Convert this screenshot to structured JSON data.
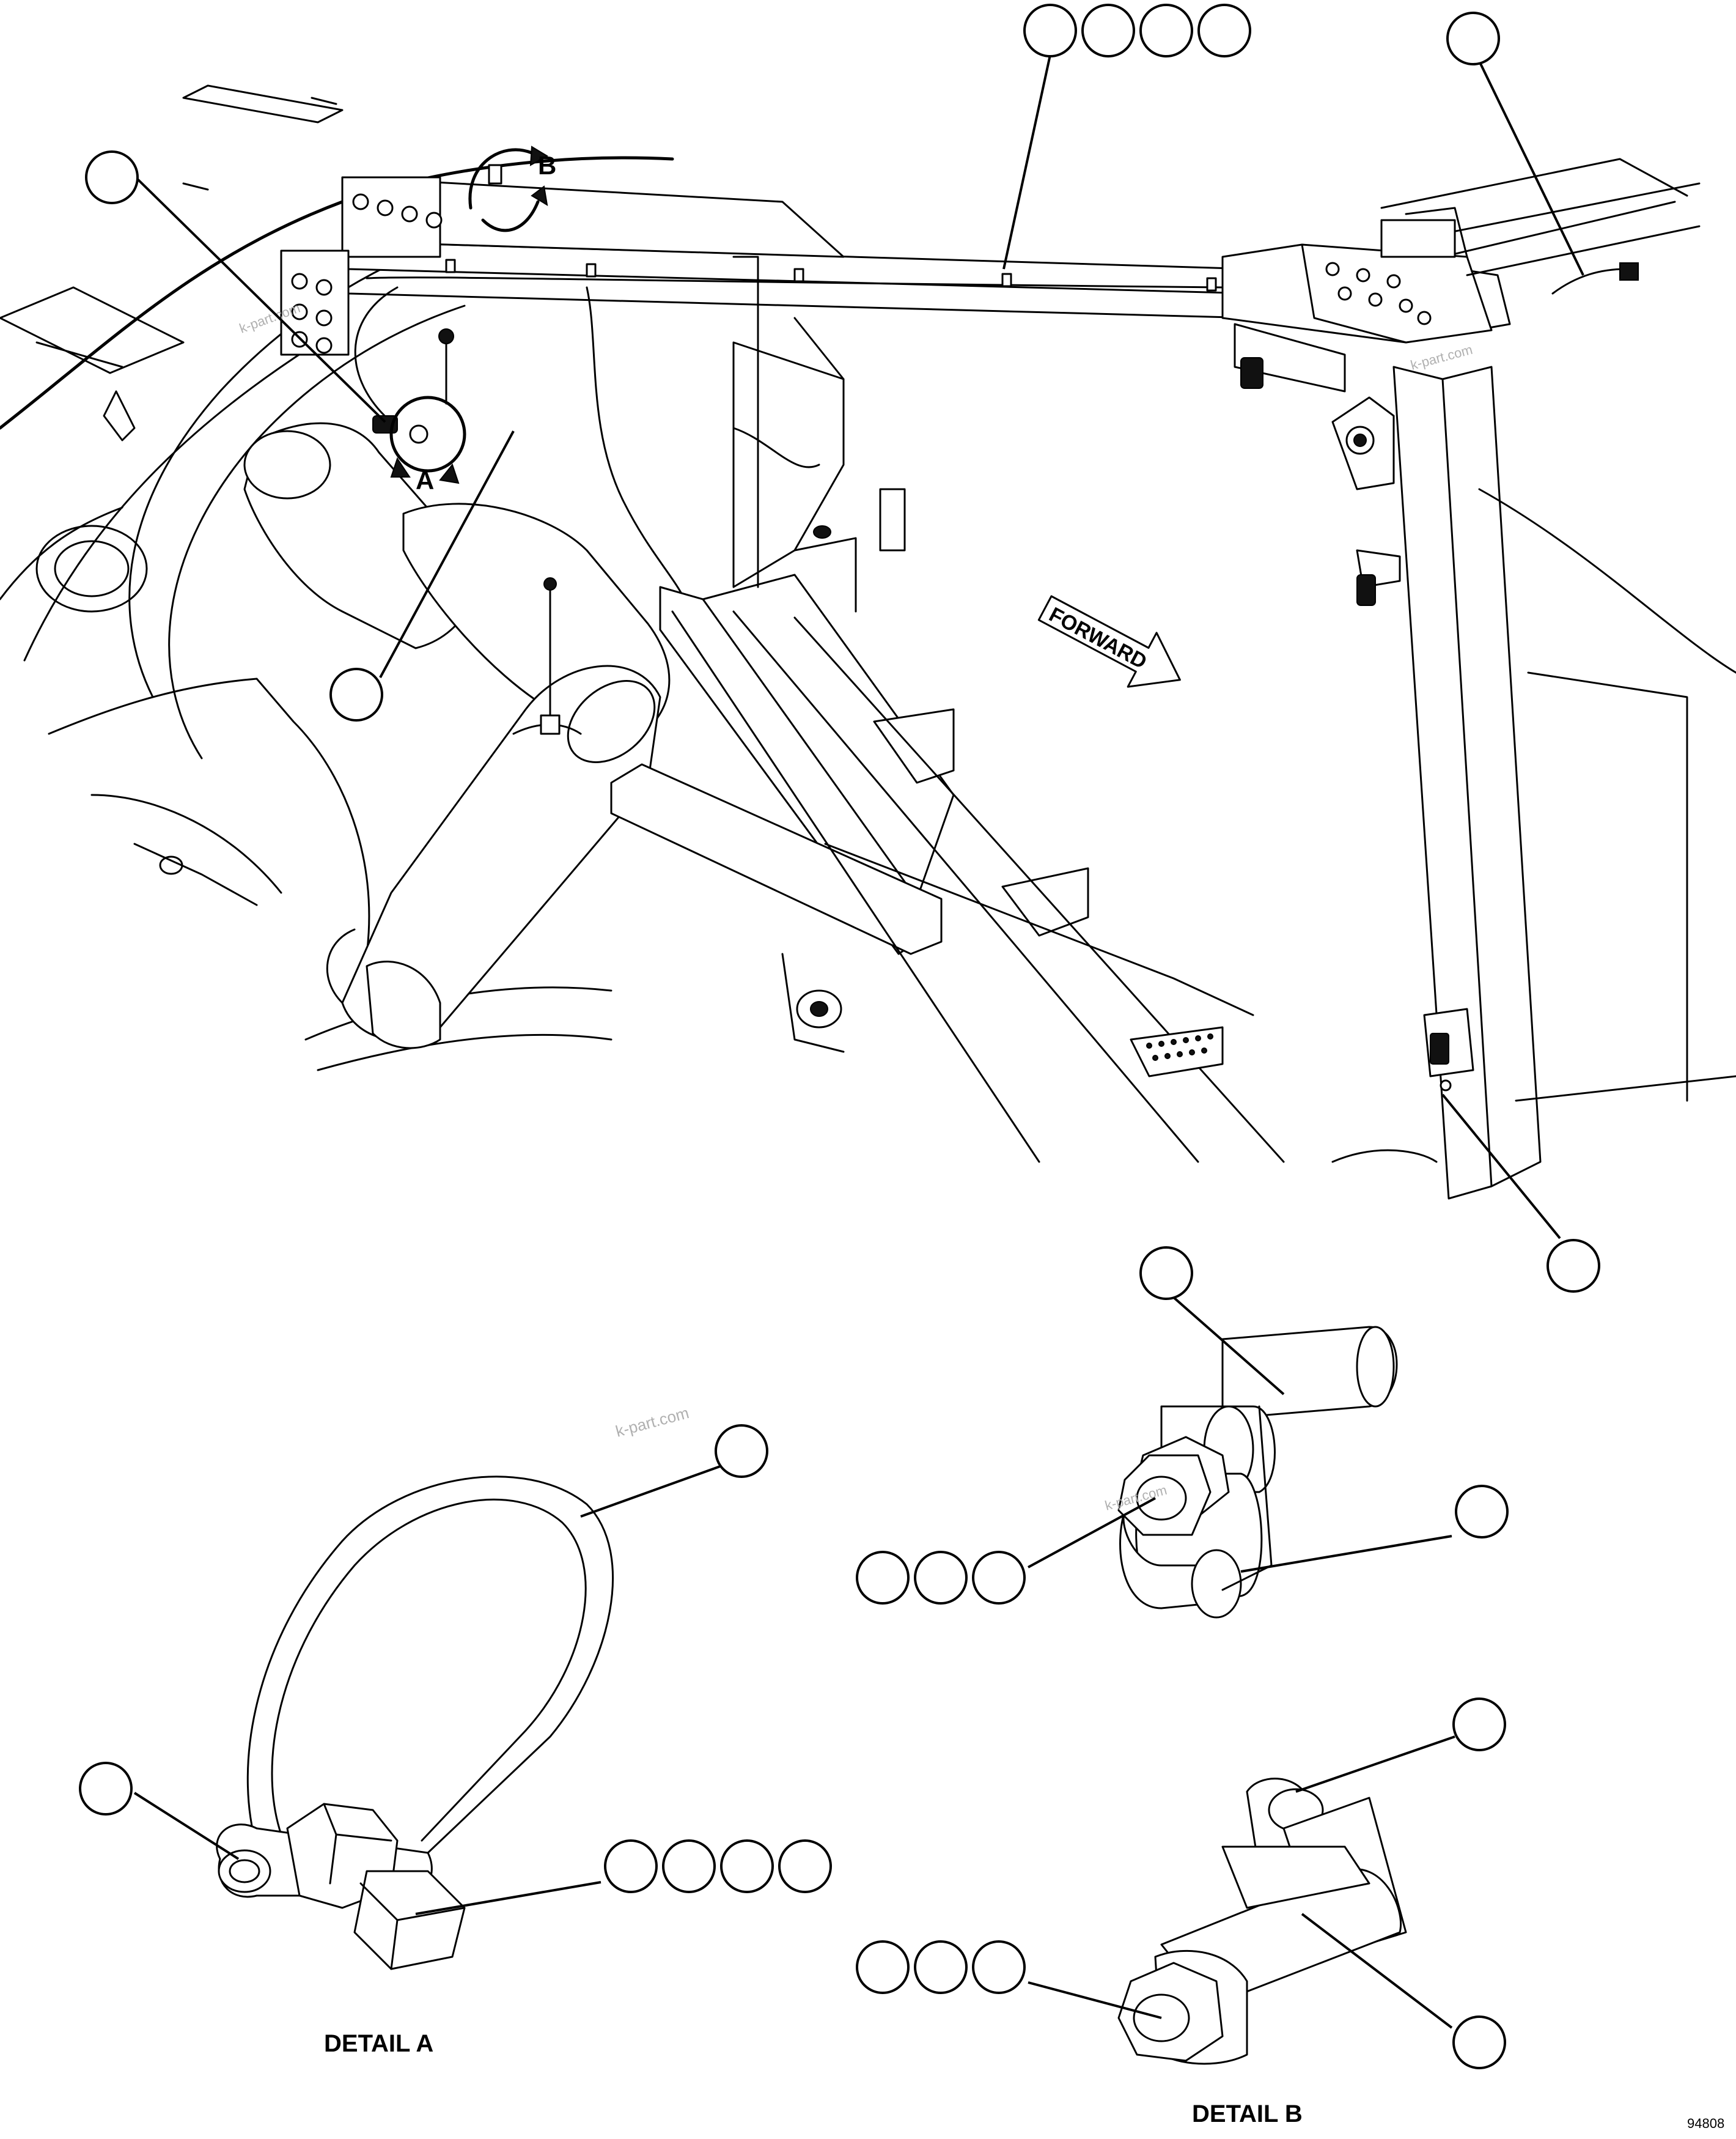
{
  "labels": {
    "forward": "FORWARD",
    "detail_a_marker": "A",
    "detail_b_marker": "B",
    "detail_a_caption": "DETAIL A",
    "detail_b_caption": "DETAIL B",
    "drawing_number": "94808"
  },
  "watermarks": [
    "k-part.com",
    "k-part.com",
    "k-part.com",
    "k-part.com"
  ],
  "callout_groups": [
    {
      "name": "callout-group-top-frame",
      "count": 4
    },
    {
      "name": "callout-harness-right",
      "count": 1
    },
    {
      "name": "callout-harness-left",
      "count": 1
    },
    {
      "name": "callout-clip-middle",
      "count": 1
    },
    {
      "name": "callout-lamp-right",
      "count": 1
    },
    {
      "name": "callout-detail-b-tube",
      "count": 1
    },
    {
      "name": "callout-detail-b-nut-group",
      "count": 3
    },
    {
      "name": "callout-detail-b-clip",
      "count": 1
    },
    {
      "name": "callout-detail-a-band",
      "count": 1
    },
    {
      "name": "callout-detail-a-loop",
      "count": 1
    },
    {
      "name": "callout-detail-a-bolt-group",
      "count": 4
    },
    {
      "name": "callout-detail-b2-clip",
      "count": 1
    },
    {
      "name": "callout-detail-b2-nut-group",
      "count": 3
    },
    {
      "name": "callout-detail-b2-tube",
      "count": 1
    }
  ]
}
